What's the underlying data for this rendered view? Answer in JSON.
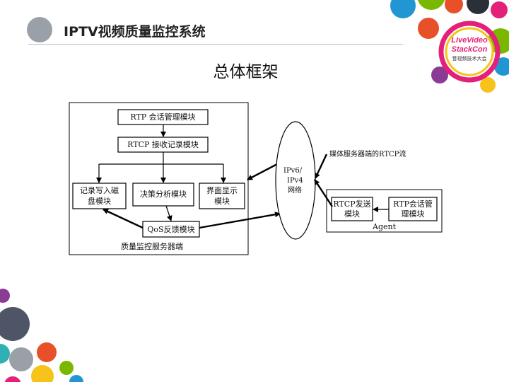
{
  "header": {
    "title": "IPTV视频质量监控系统"
  },
  "slide": {
    "subtitle": "总体框架"
  },
  "logo": {
    "line1": "LiveVideo",
    "line2": "StackCon",
    "line3": "音视频技术大会"
  },
  "diagram": {
    "server": {
      "label": "质量监控服务器端",
      "rtp_session": "RTP 会话管理模块",
      "rtcp_receive": "RTCP 接收记录模块",
      "disk_write_l1": "记录写入磁",
      "disk_write_l2": "盘模块",
      "decision": "决策分析模块",
      "ui_l1": "界面显示",
      "ui_l2": "模块",
      "qos": "QoS反馈模块"
    },
    "network": {
      "line1": "IPv6/",
      "line2": "IPv4",
      "line3": "网络"
    },
    "media_flow": "媒体服务器端的RTCP流",
    "agent": {
      "label": "Agent",
      "rtcp_send_l1": "RTCP发送",
      "rtcp_send_l2": "模块",
      "rtp_session_l1": "RTP会话管",
      "rtp_session_l2": "理模块"
    }
  },
  "colors": {
    "bubble_red": "#e8502a",
    "bubble_blue": "#2196d3",
    "bubble_yellow": "#f6c31a",
    "bubble_green": "#7ab800",
    "bubble_teal": "#2fb0b5",
    "bubble_purple": "#8a3b93",
    "bubble_grey": "#616c7d",
    "bubble_slate": "#4d5566"
  }
}
